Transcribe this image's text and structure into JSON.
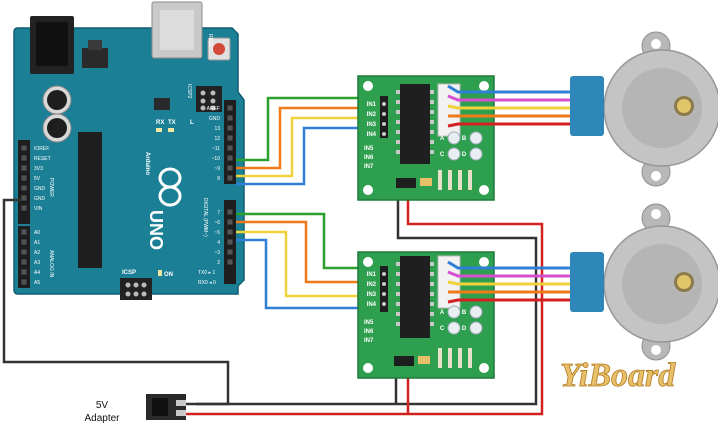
{
  "arduino": {
    "brand": "Arduino",
    "model": "UNO",
    "reset_label": "RESET",
    "icsp2_label": "ICSP2",
    "icsp_label": "ICSP",
    "on_label": "ON",
    "tx_label": "TX",
    "rx_label": "RX",
    "l_label": "L",
    "digital_label": "DIGITAL (PWM~)",
    "power_label": "POWER",
    "analog_label": "ANALOG IN",
    "tx0_label": "TX0 ▸ 1",
    "rx0_label": "RX0 ◂ 0",
    "top_header_labels": [
      "AREF",
      "GND",
      "13",
      "12",
      "~11",
      "~10",
      "~9",
      "8"
    ],
    "bottom_header_labels": [
      "7",
      "~6",
      "~5",
      "4",
      "~3",
      "2"
    ],
    "power_pins": [
      "IOREF",
      "RESET",
      "3V3",
      "5V",
      "GND",
      "GND",
      "VIN"
    ],
    "analog_pins": [
      "A0",
      "A1",
      "A2",
      "A3",
      "A4",
      "A5"
    ]
  },
  "driver1": {
    "inputs": [
      "IN1",
      "IN2",
      "IN3",
      "IN4"
    ],
    "extra_inputs": [
      "IN5",
      "IN6",
      "IN7"
    ],
    "leds": [
      "A",
      "B",
      "C",
      "D"
    ]
  },
  "driver2": {
    "inputs": [
      "IN1",
      "IN2",
      "IN3",
      "IN4"
    ],
    "extra_inputs": [
      "IN5",
      "IN6",
      "IN7"
    ],
    "leds": [
      "A",
      "B",
      "C",
      "D"
    ]
  },
  "adapter": {
    "line1": "5V",
    "line2": "Adapter"
  },
  "logo": "YiBoard",
  "colors": {
    "board": "#1b7f96",
    "board_dark": "#146a7e",
    "driver_board": "#2e9e4f",
    "motor_body": "#b8b8b8",
    "motor_cap": "#2f86b8",
    "wire_green": "#2ca02c",
    "wire_orange": "#f07a1a",
    "wire_yellow": "#f2d23a",
    "wire_blue": "#2f7fd6",
    "wire_red": "#d42020",
    "wire_black": "#333333",
    "wire_pink": "#d64fd0"
  }
}
